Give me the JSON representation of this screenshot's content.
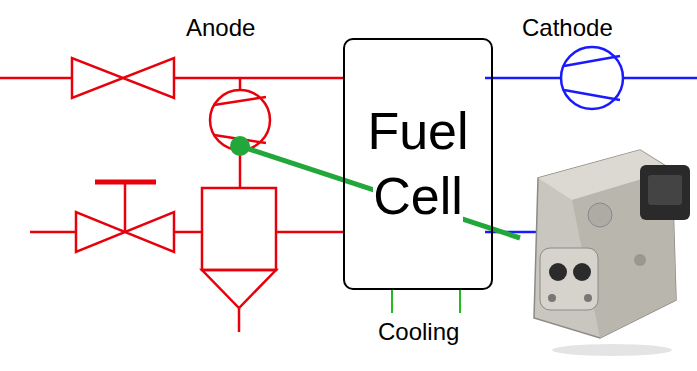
{
  "diagram": {
    "nodes": [
      {
        "text": [
          "Fuel Cell"
        ]
      }
    ],
    "labels": [
      "Anode",
      "Cathode",
      "Cooling"
    ]
  }
}
